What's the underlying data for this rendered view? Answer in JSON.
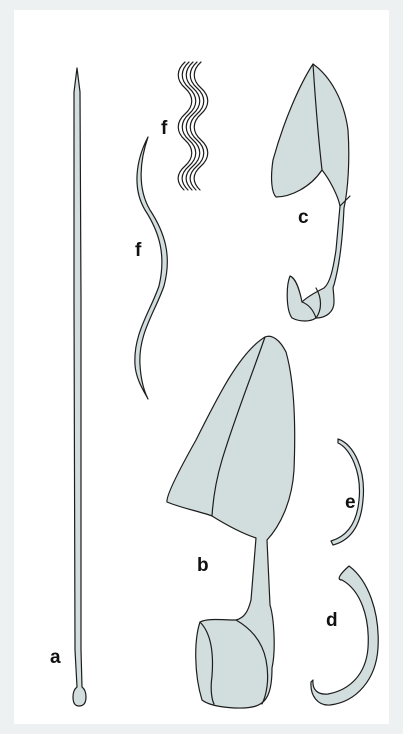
{
  "figure": {
    "background_color": "#ffffff",
    "fill_color": "#d2dedd",
    "stroke_color": "#1d1d1d",
    "labels": {
      "a": "a",
      "b": "b",
      "c": "c",
      "d": "d",
      "e": "e",
      "f_upper": "f",
      "f_lower": "f"
    }
  }
}
